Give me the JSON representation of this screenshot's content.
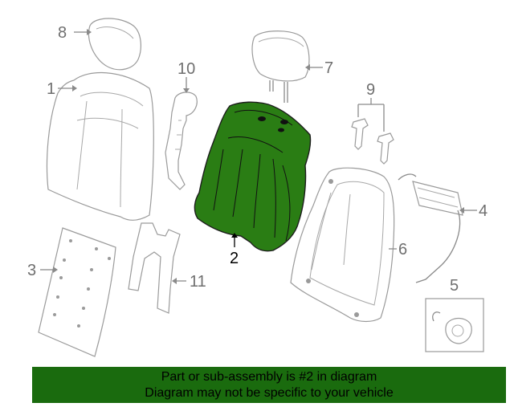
{
  "diagram": {
    "highlight_color": "#2a7d14",
    "callouts": [
      {
        "id": "1",
        "label": "1"
      },
      {
        "id": "2",
        "label": "2"
      },
      {
        "id": "3",
        "label": "3"
      },
      {
        "id": "4",
        "label": "4"
      },
      {
        "id": "5",
        "label": "5"
      },
      {
        "id": "6",
        "label": "6"
      },
      {
        "id": "7",
        "label": "7"
      },
      {
        "id": "8",
        "label": "8"
      },
      {
        "id": "9",
        "label": "9"
      },
      {
        "id": "10",
        "label": "10"
      },
      {
        "id": "11",
        "label": "11"
      }
    ]
  },
  "footer": {
    "line1": "Part or sub-assembly is #2 in diagram",
    "line2": "Diagram may not be specific to your vehicle",
    "background": "#1a6b0e"
  }
}
